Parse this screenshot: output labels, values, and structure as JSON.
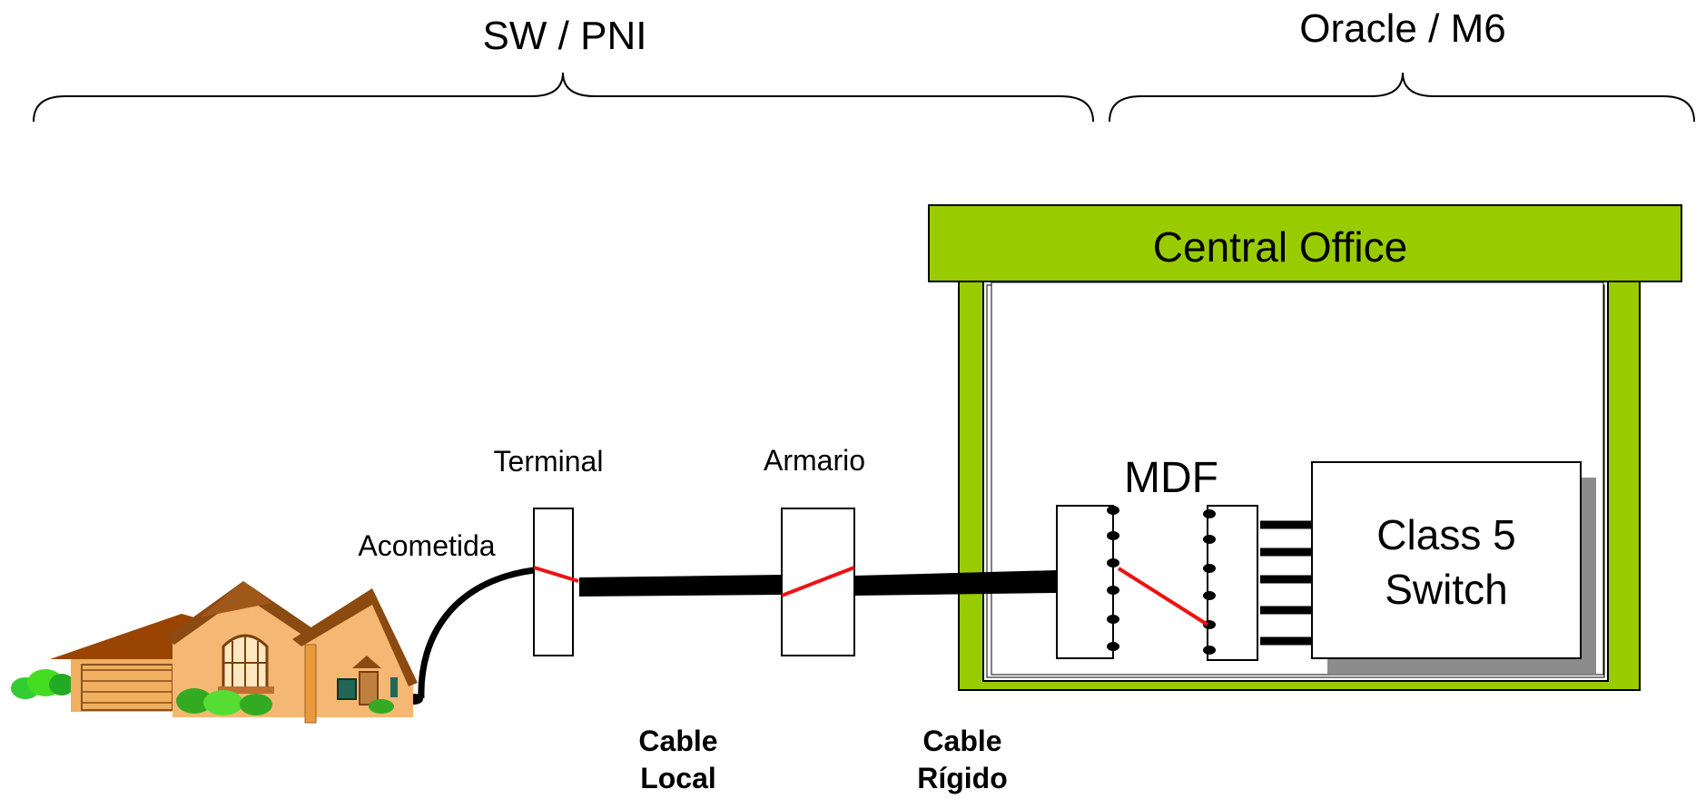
{
  "labels": {
    "sw_pni": "SW / PNI",
    "oracle_m6": "Oracle / M6",
    "central_office": "Central Office",
    "mdf": "MDF",
    "class5_line1": "Class 5",
    "class5_line2": "Switch",
    "terminal": "Terminal",
    "armario": "Armario",
    "acometida": "Acometida",
    "cable_local_line1": "Cable",
    "cable_local_line2": "Local",
    "cable_rigido_line1": "Cable",
    "cable_rigido_line2": "Rígido"
  },
  "icons": {
    "house": "house-icon"
  },
  "colors": {
    "office_green": "#99cc00",
    "jumper_red": "#ee1111",
    "cable_black": "#000000",
    "shadow_gray": "#8c8c8c"
  }
}
